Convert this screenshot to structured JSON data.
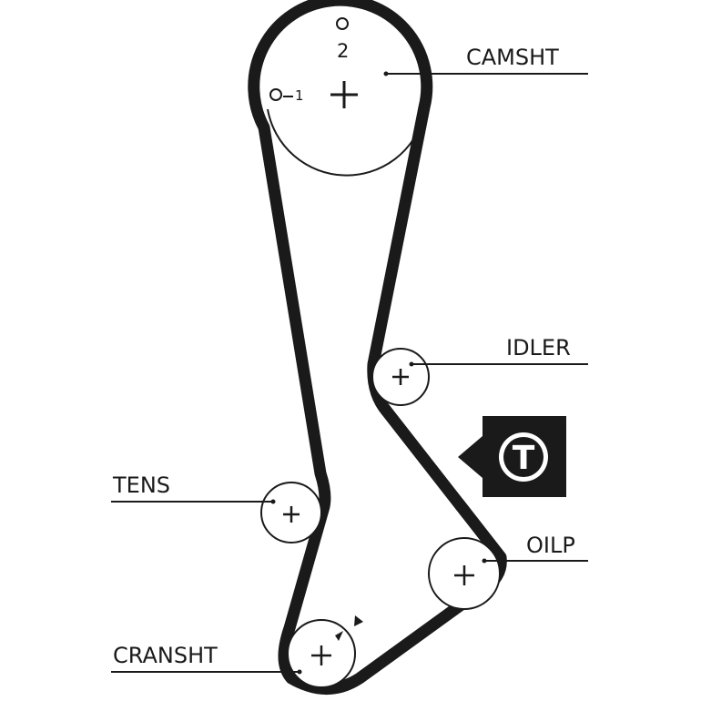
{
  "labels": {
    "camshaft": "CAMSHT",
    "idler": "IDLER",
    "tensioner": "TENS",
    "oil_pump": "OILP",
    "crankshaft": "CRANSHT"
  },
  "camshaft_marks": {
    "mark_2": "2",
    "mark_1": "1"
  },
  "tension_badge": {
    "letter": "T"
  },
  "colors": {
    "belt": "#1a1a1a",
    "background": "#ffffff",
    "badge": "#1a1a1a"
  }
}
